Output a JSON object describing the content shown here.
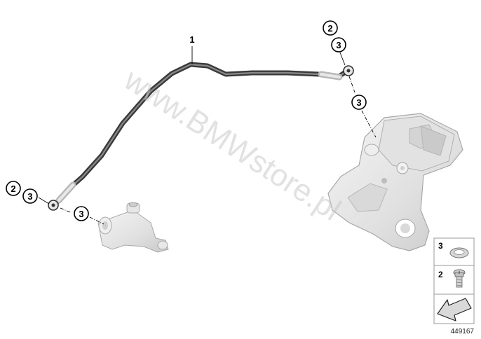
{
  "watermark": "www.BMWstore.pl",
  "diagram_id": "449167",
  "callouts": {
    "hose": "1",
    "top_bolt": "2",
    "top_washer": "3",
    "caliper_washer": "3",
    "left_bolt": "2",
    "left_washer": "3",
    "cylinder_washer": "3"
  },
  "legend": {
    "washer_num": "3",
    "bolt_num": "2"
  },
  "icons": [
    "sealing-washer-icon",
    "banjo-bolt-icon",
    "arrow-icon"
  ]
}
